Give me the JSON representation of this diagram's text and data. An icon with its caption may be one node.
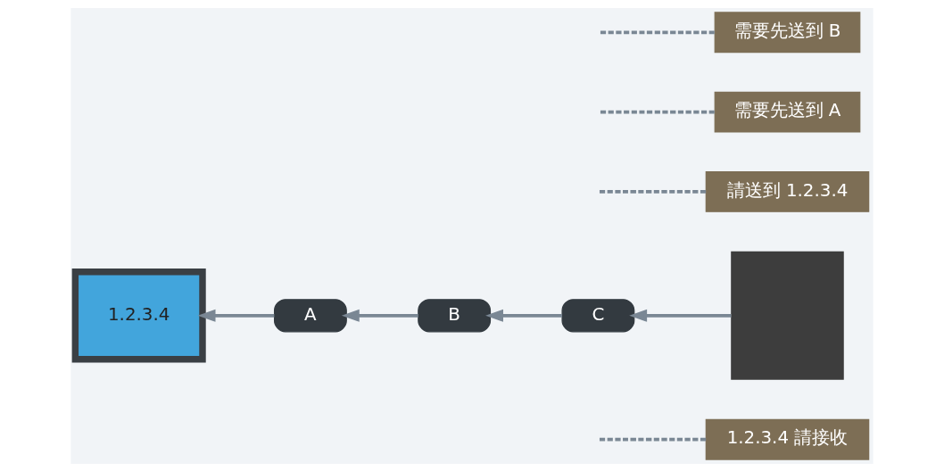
{
  "diagram": {
    "nodes": [
      {
        "text": [
          "1.2.3.4 請接收"
        ]
      },
      {
        "text": [
          "A"
        ]
      },
      {
        "text": [
          "C"
        ]
      },
      {
        "text": [
          "請送到 1.2.3.4"
        ]
      },
      {
        "text": [
          "1.2.3.4"
        ]
      },
      {
        "text": [],
        "shape": "box"
      },
      {
        "text": [
          "B"
        ]
      },
      {
        "text": [
          "需要先送到 A"
        ]
      },
      {
        "text": [
          "需要先送到 B"
        ]
      }
    ],
    "edges": [
      {
        "from": 5,
        "to": 2,
        "arrow": "to"
      },
      {
        "from": 2,
        "to": 6,
        "arrow": "to"
      },
      {
        "from": 6,
        "to": 1,
        "arrow": "to"
      },
      {
        "from": 1,
        "to": 4,
        "arrow": "to"
      },
      {
        "from": 0,
        "to": null,
        "arrow": "none",
        "style": "dashed"
      },
      {
        "from": 3,
        "to": null,
        "arrow": "none",
        "style": "dashed"
      },
      {
        "from": 7,
        "to": null,
        "arrow": "none",
        "style": "dashed"
      },
      {
        "from": 8,
        "to": null,
        "arrow": "none",
        "style": "dashed"
      }
    ]
  }
}
